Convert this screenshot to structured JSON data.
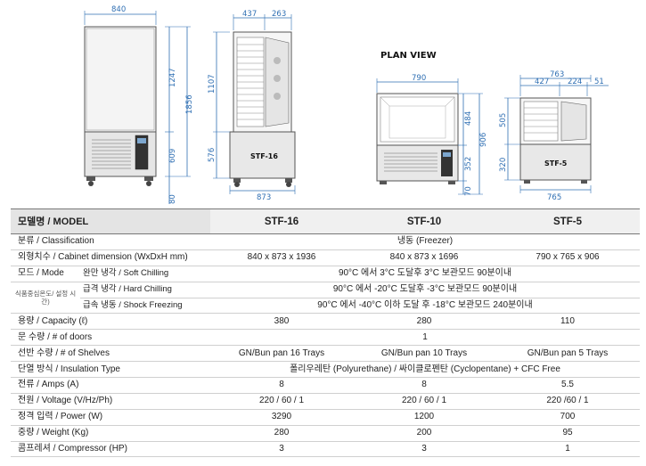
{
  "drawings": {
    "front_dims": {
      "width": "840",
      "height_total": "1856",
      "height_upper": "1247",
      "height_lower": "609",
      "foot": "80"
    },
    "side_dims": {
      "top_a": "437",
      "top_b": "263",
      "h1": "1107",
      "h2": "576",
      "depth": "873"
    },
    "stf16_label": "STF-16",
    "plan_view_title": "PLAN VIEW",
    "mid_dims": {
      "width": "790",
      "h_upper": "484",
      "h_total": "906",
      "h_lower": "352",
      "foot": "70"
    },
    "right_dims": {
      "top_total": "763",
      "top_a": "427",
      "top_b": "224",
      "top_c": "51",
      "h_upper": "505",
      "h_lower": "320",
      "depth": "765"
    },
    "stf5_label": "STF-5",
    "colors": {
      "dim_line": "#2f6fb3",
      "outline": "#555555",
      "panel": "#e9e9e9"
    }
  },
  "table": {
    "header": {
      "model": "모델명 / MODEL",
      "cols": [
        "STF-16",
        "STF-10",
        "STF-5"
      ]
    },
    "rows": {
      "classification": {
        "label": "분류 / Classification",
        "value": "냉동 (Freezer)"
      },
      "dimension": {
        "label": "외형치수 / Cabinet dimension (WxDxH mm)",
        "values": [
          "840 x 873 x 1936",
          "840 x 873 x 1696",
          "790 x 765 x 906"
        ]
      },
      "mode": {
        "label": "모드 / Mode",
        "note": "식품중심온도/ 설정 시간)",
        "soft": {
          "label": "완만 냉각 / Soft Chilling",
          "value": "90°C 에서 3°C 도달후 3°C 보관모드 90분이내"
        },
        "hard": {
          "label": "급격 냉각 / Hard Chilling",
          "value": "90°C 에서 -20°C 도달후 -3°C 보관모드 90분이내"
        },
        "shock": {
          "label": "급속 냉동 / Shock Freezing",
          "value": "90°C 에서 -40°C 이하 도달 후 -18°C 보관모드 240분이내"
        }
      },
      "capacity": {
        "label": "용량 / Capacity (ℓ)",
        "values": [
          "380",
          "280",
          "110"
        ]
      },
      "doors": {
        "label": "문 수량 / # of doors",
        "value": "1"
      },
      "shelves": {
        "label": "선반 수량 / # of Shelves",
        "values": [
          "GN/Bun pan 16 Trays",
          "GN/Bun pan 10 Trays",
          "GN/Bun pan 5 Trays"
        ]
      },
      "insulation": {
        "label": "단열 방식 / Insulation Type",
        "value": "폴리우레탄 (Polyurethane) / 싸이클로펜탄 (Cyclopentane) + CFC Free"
      },
      "amps": {
        "label": "전류 / Amps (A)",
        "values": [
          "8",
          "8",
          "5.5"
        ]
      },
      "voltage": {
        "label": "전원 / Voltage (V/Hz/Ph)",
        "values": [
          "220 / 60 / 1",
          "220 / 60 / 1",
          "220 /60 / 1"
        ]
      },
      "power": {
        "label": "정격 입력 / Power (W)",
        "values": [
          "3290",
          "1200",
          "700"
        ]
      },
      "weight": {
        "label": "중량 / Weight (Kg)",
        "values": [
          "280",
          "200",
          "95"
        ]
      },
      "compressor": {
        "label": "콤프레셔 / Compressor (HP)",
        "values": [
          "3",
          "3",
          "1"
        ]
      }
    }
  }
}
